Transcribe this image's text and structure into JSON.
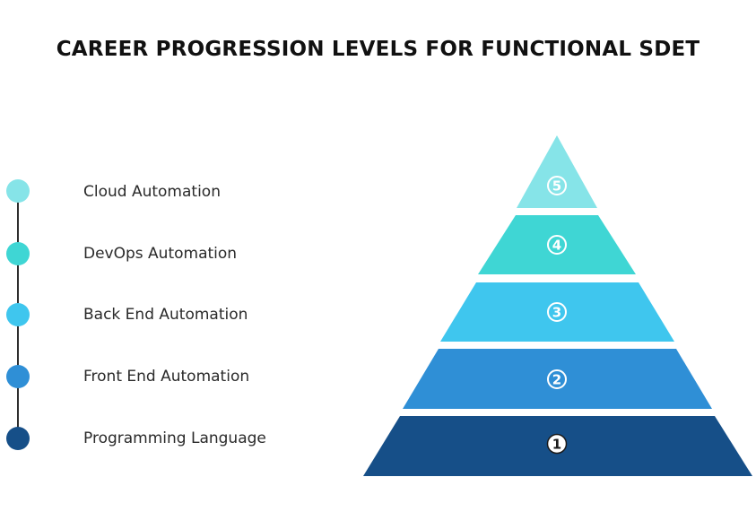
{
  "title": "CAREER PROGRESSION LEVELS FOR FUNCTIONAL SDET",
  "levels": [
    {
      "number": "5",
      "label": "Cloud Automation",
      "color": "#86e4e8"
    },
    {
      "number": "4",
      "label": "DevOps Automation",
      "color": "#3fd6d4"
    },
    {
      "number": "3",
      "label": "Back End Automation",
      "color": "#3fc6ee"
    },
    {
      "number": "2",
      "label": "Front End Automation",
      "color": "#2f8fd6"
    },
    {
      "number": "1",
      "label": "Programming Language",
      "color": "#164f88"
    }
  ]
}
